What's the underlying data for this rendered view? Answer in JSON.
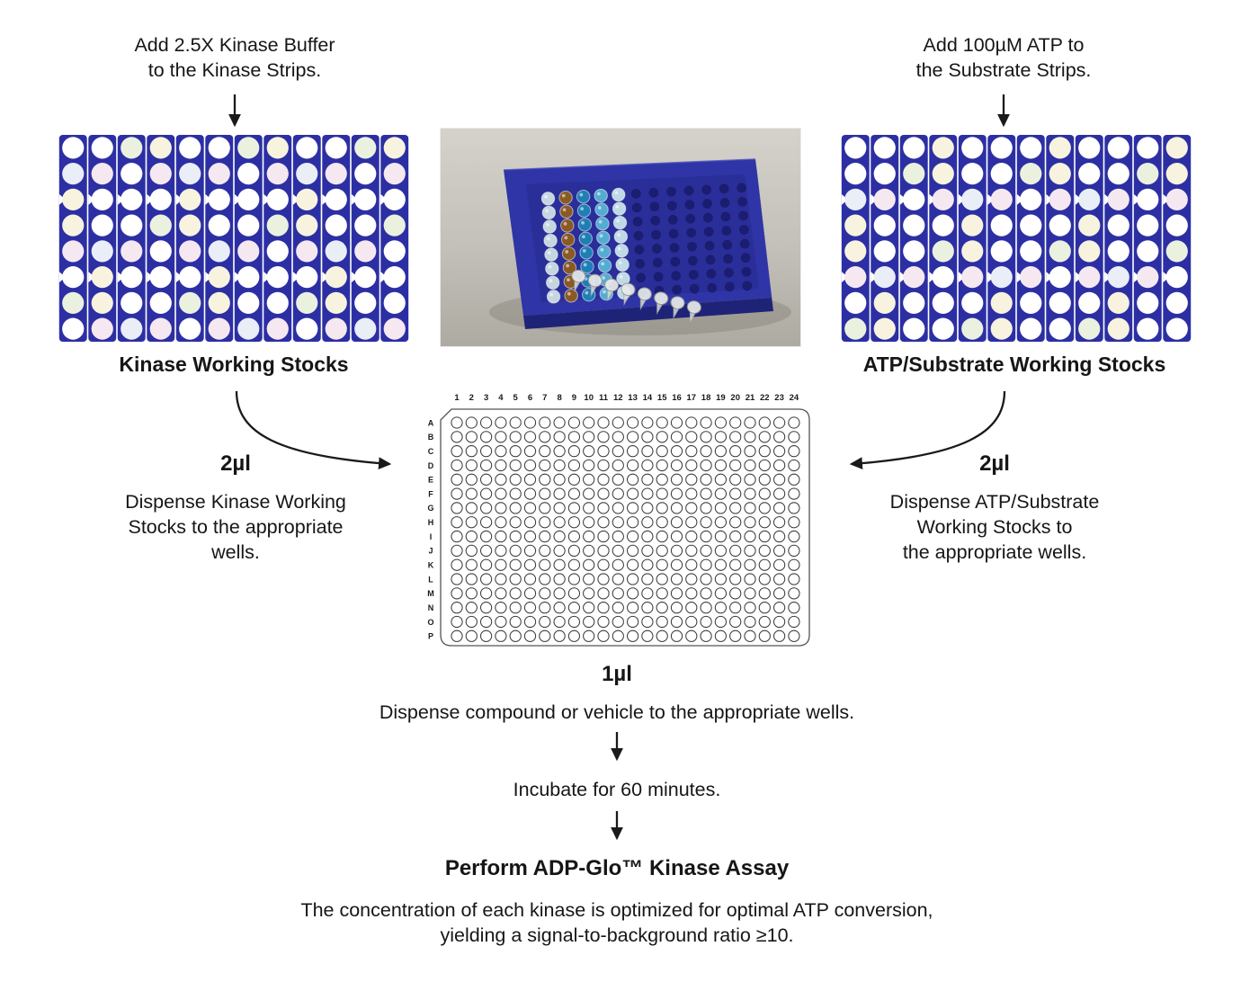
{
  "kinase_column": {
    "instruction": [
      "Add 2.5X Kinase Buffer",
      "to the Kinase Strips."
    ],
    "plate_label": "Kinase Working Stocks",
    "volume": "2µl",
    "dispense": [
      "Dispense Kinase Working",
      "Stocks to the appropriate",
      "wells."
    ]
  },
  "substrate_column": {
    "instruction": [
      "Add 100µM ATP to",
      "the Substrate Strips."
    ],
    "plate_label": "ATP/Substrate Working Stocks",
    "volume": "2µl",
    "dispense": [
      "Dispense ATP/Substrate",
      "Working Stocks to",
      "the appropriate wells."
    ]
  },
  "plate384": {
    "columns": 24,
    "rows": 16,
    "column_labels": [
      "1",
      "2",
      "3",
      "4",
      "5",
      "6",
      "7",
      "8",
      "9",
      "10",
      "11",
      "12",
      "13",
      "14",
      "15",
      "16",
      "17",
      "18",
      "19",
      "20",
      "21",
      "22",
      "23",
      "24"
    ],
    "row_labels": [
      "A",
      "B",
      "C",
      "D",
      "E",
      "F",
      "G",
      "H",
      "I",
      "J",
      "K",
      "L",
      "M",
      "N",
      "O",
      "P"
    ]
  },
  "strip_plate": {
    "columns": 12,
    "rows": 8,
    "plate_color": "#2c2fa3",
    "well_tints": [
      "#ffffff",
      "#ffffff",
      "#f7f3de",
      "#ffffff",
      "#f5e8f0",
      "#ffffff",
      "#ebf1df",
      "#e9eef7",
      "#ffffff",
      "#f7f3de",
      "#f5e8f0",
      "#ffffff"
    ]
  },
  "photo": {
    "description": "Blue 96-well PCR plate with colored reagent strip tubes",
    "strip_cap_colors": [
      "#c6d6e0",
      "#8a5a24",
      "#1f7fb5",
      "#55acd2",
      "#bfd9e6"
    ],
    "plate_color_top": "#2f34a6",
    "plate_color_front": "#1f2378"
  },
  "bottom_flow": {
    "volume": "1µl",
    "dispense_text": "Dispense compound or vehicle to the appropriate wells.",
    "incubate_text": "Incubate for 60 minutes.",
    "assay_title": "Perform ADP-Glo™ Kinase Assay",
    "note": [
      "The concentration of each kinase is optimized for optimal ATP conversion,",
      "yielding a signal-to-background ratio ≥10."
    ]
  }
}
